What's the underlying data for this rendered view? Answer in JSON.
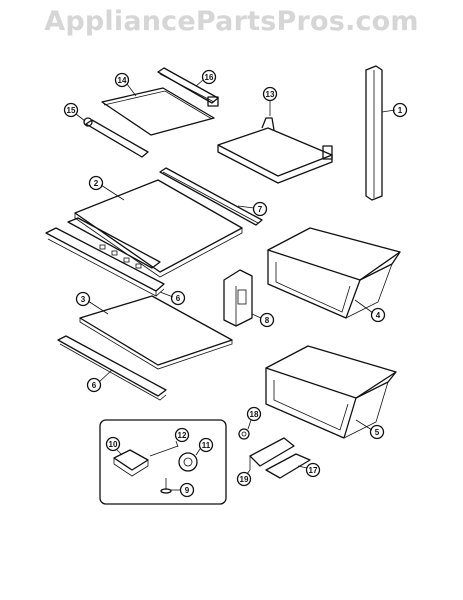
{
  "watermark": "AppliancePartsPros.com",
  "callouts": [
    "1",
    "2",
    "3",
    "4",
    "5",
    "6",
    "6",
    "7",
    "8",
    "9",
    "10",
    "11",
    "12",
    "13",
    "14",
    "15",
    "16",
    "17",
    "18",
    "19"
  ]
}
